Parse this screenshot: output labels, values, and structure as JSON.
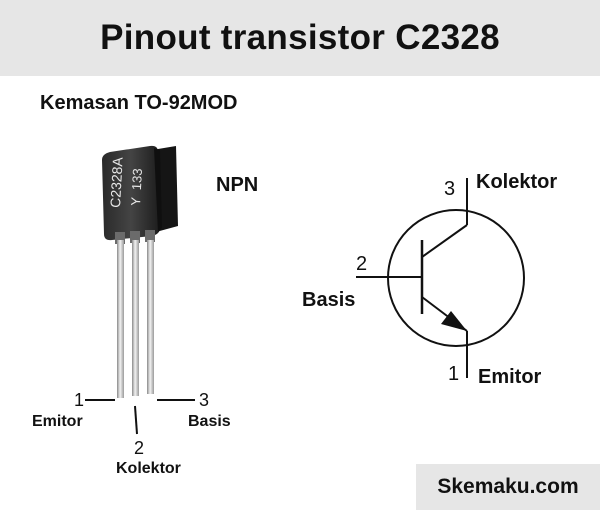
{
  "title": "Pinout transistor C2328",
  "package_label": "Kemasan TO-92MOD",
  "type_label": "NPN",
  "package": {
    "marking_line1": "C2328A",
    "marking_line2": "Y  133",
    "pins": [
      {
        "number": "1",
        "name": "Emitor"
      },
      {
        "number": "2",
        "name": "Kolektor"
      },
      {
        "number": "3",
        "name": "Basis"
      }
    ]
  },
  "symbol": {
    "collector": {
      "number": "3",
      "name": "Kolektor"
    },
    "base": {
      "number": "2",
      "name": "Basis"
    },
    "emitter": {
      "number": "1",
      "name": "Emitor"
    }
  },
  "brand": "Skemaku.com"
}
